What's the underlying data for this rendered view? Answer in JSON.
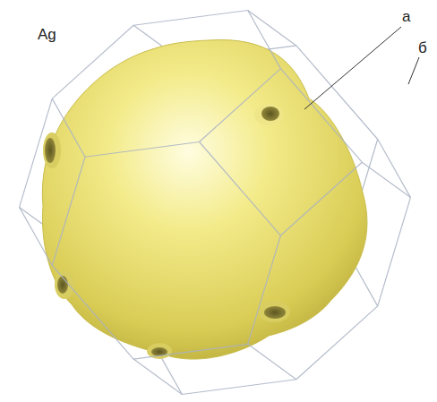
{
  "diagram": {
    "labels": [
      "Ag",
      "a",
      "б"
    ]
  }
}
